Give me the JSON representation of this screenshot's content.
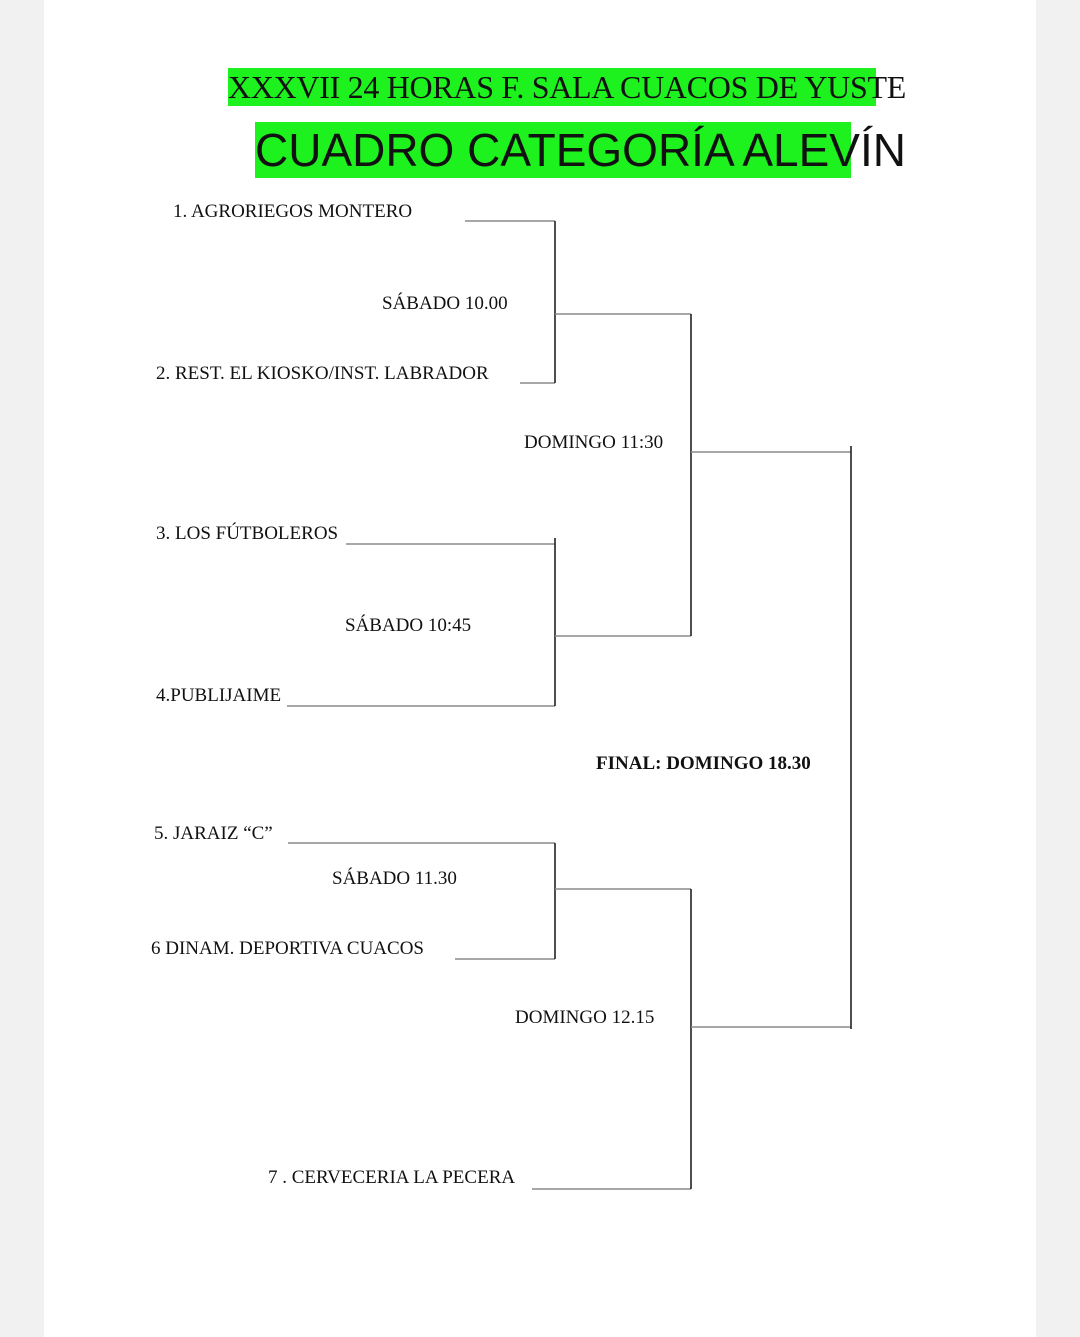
{
  "header": {
    "title": "XXXVII 24 HORAS F. SALA CUACOS DE YUSTE",
    "subtitle": "CUADRO CATEGORÍA ALEVÍN"
  },
  "teams": [
    "1. AGRORIEGOS MONTERO",
    "2. REST. EL KIOSKO/INST. LABRADOR",
    "3. LOS FÚTBOLEROS",
    "4.PUBLIJAIME",
    "5. JARAIZ “C”",
    "6  DINAM.  DEPORTIVA CUACOS",
    "7 . CERVECERIA LA PECERA"
  ],
  "matches": {
    "r1_m1": "SÁBADO 10.00",
    "r1_m2": "SÁBADO 10:45",
    "r1_m3": "SÁBADO 11.30",
    "semi_1": "DOMINGO 11:30",
    "semi_2": "DOMINGO 12.15",
    "final": "FINAL:  DOMINGO 18.30"
  },
  "colors": {
    "title_highlight": "#1ef21e",
    "background": "#ffffff",
    "frame": "#f1f1f1"
  }
}
